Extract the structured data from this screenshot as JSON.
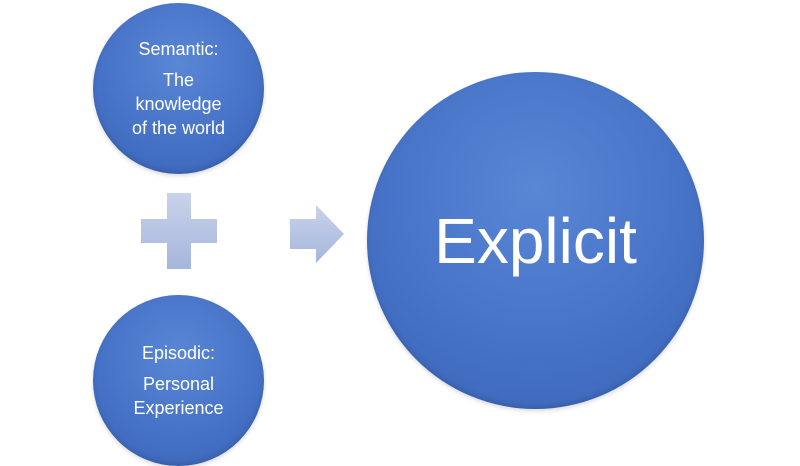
{
  "semantic": {
    "title": "Semantic:",
    "body": "The\nknowledge\nof the world"
  },
  "episodic": {
    "title": "Episodic:",
    "body": "Personal\nExperience"
  },
  "explicit": {
    "label": "Explicit"
  },
  "colors": {
    "circle": "#4673c7",
    "connector": "#b4c2e0"
  },
  "icons": {
    "plus": "plus-icon",
    "arrow": "arrow-right-icon"
  }
}
